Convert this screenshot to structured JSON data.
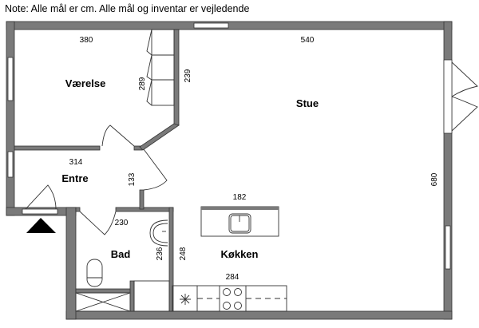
{
  "note": "Note: Alle mål er cm. Alle mål og inventar er vejledende",
  "rooms": {
    "vaerelse": "Værelse",
    "stue": "Stue",
    "entre": "Entre",
    "bad": "Bad",
    "kokken": "Køkken"
  },
  "dimensions": {
    "vaerelse_width": "380",
    "wardrobe": "289",
    "vaerelse_depth": "239",
    "stue_width": "540",
    "entre_width": "314",
    "entre_depth": "133",
    "island": "182",
    "stue_depth": "680",
    "bad_width": "230",
    "bad_depth": "236",
    "kitchen_depth": "248",
    "kitchen_counter": "284"
  },
  "colors": {
    "wall": "#7a7a7a"
  }
}
